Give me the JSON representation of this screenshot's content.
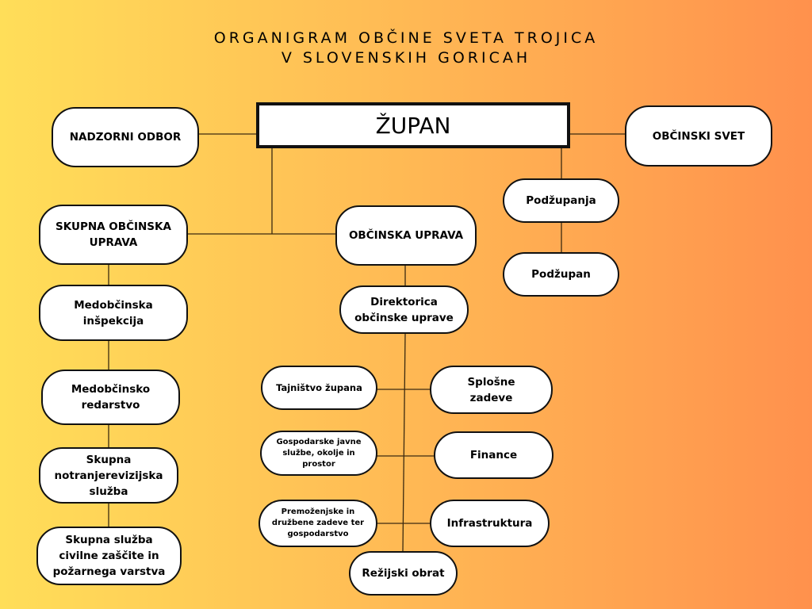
{
  "title": {
    "line1": "ORGANIGRAM OBČINE SVETA TROJICA",
    "line2": "V SLOVENSKIH GORICAH"
  },
  "nodes": {
    "zupan": "ŽUPAN",
    "nadzorni_odbor": "NADZORNI ODBOR",
    "obcinski_svet": "OBČINSKI SVET",
    "podzupanja": "Podžupanja",
    "podzupan": "Podžupan",
    "skupna_obcinska_uprava": "SKUPNA OBČINSKA UPRAVA",
    "obcinska_uprava": "OBČINSKA UPRAVA",
    "medobcinska_inspekcija": "Medobčinska inšpekcija",
    "medobcinsko_redarstvo": "Medobčinsko redarstvo",
    "notranjerevizijska": "Skupna notranjerevizijska služba",
    "civilna_zascita": "Skupna služba civilne zaščite in požarnega varstva",
    "direktorica": "Direktorica občinske uprave",
    "tajnistvo": "Tajništvo župana",
    "splosne_zadeve": "Splošne zadeve",
    "gospodarske": "Gospodarske javne službe, okolje in prostor",
    "finance": "Finance",
    "premozenjske": "Premoženjske in družbene zadeve ter gospodarstvo",
    "infrastruktura": "Infrastruktura",
    "rezijski_obrat": "Režijski obrat"
  }
}
